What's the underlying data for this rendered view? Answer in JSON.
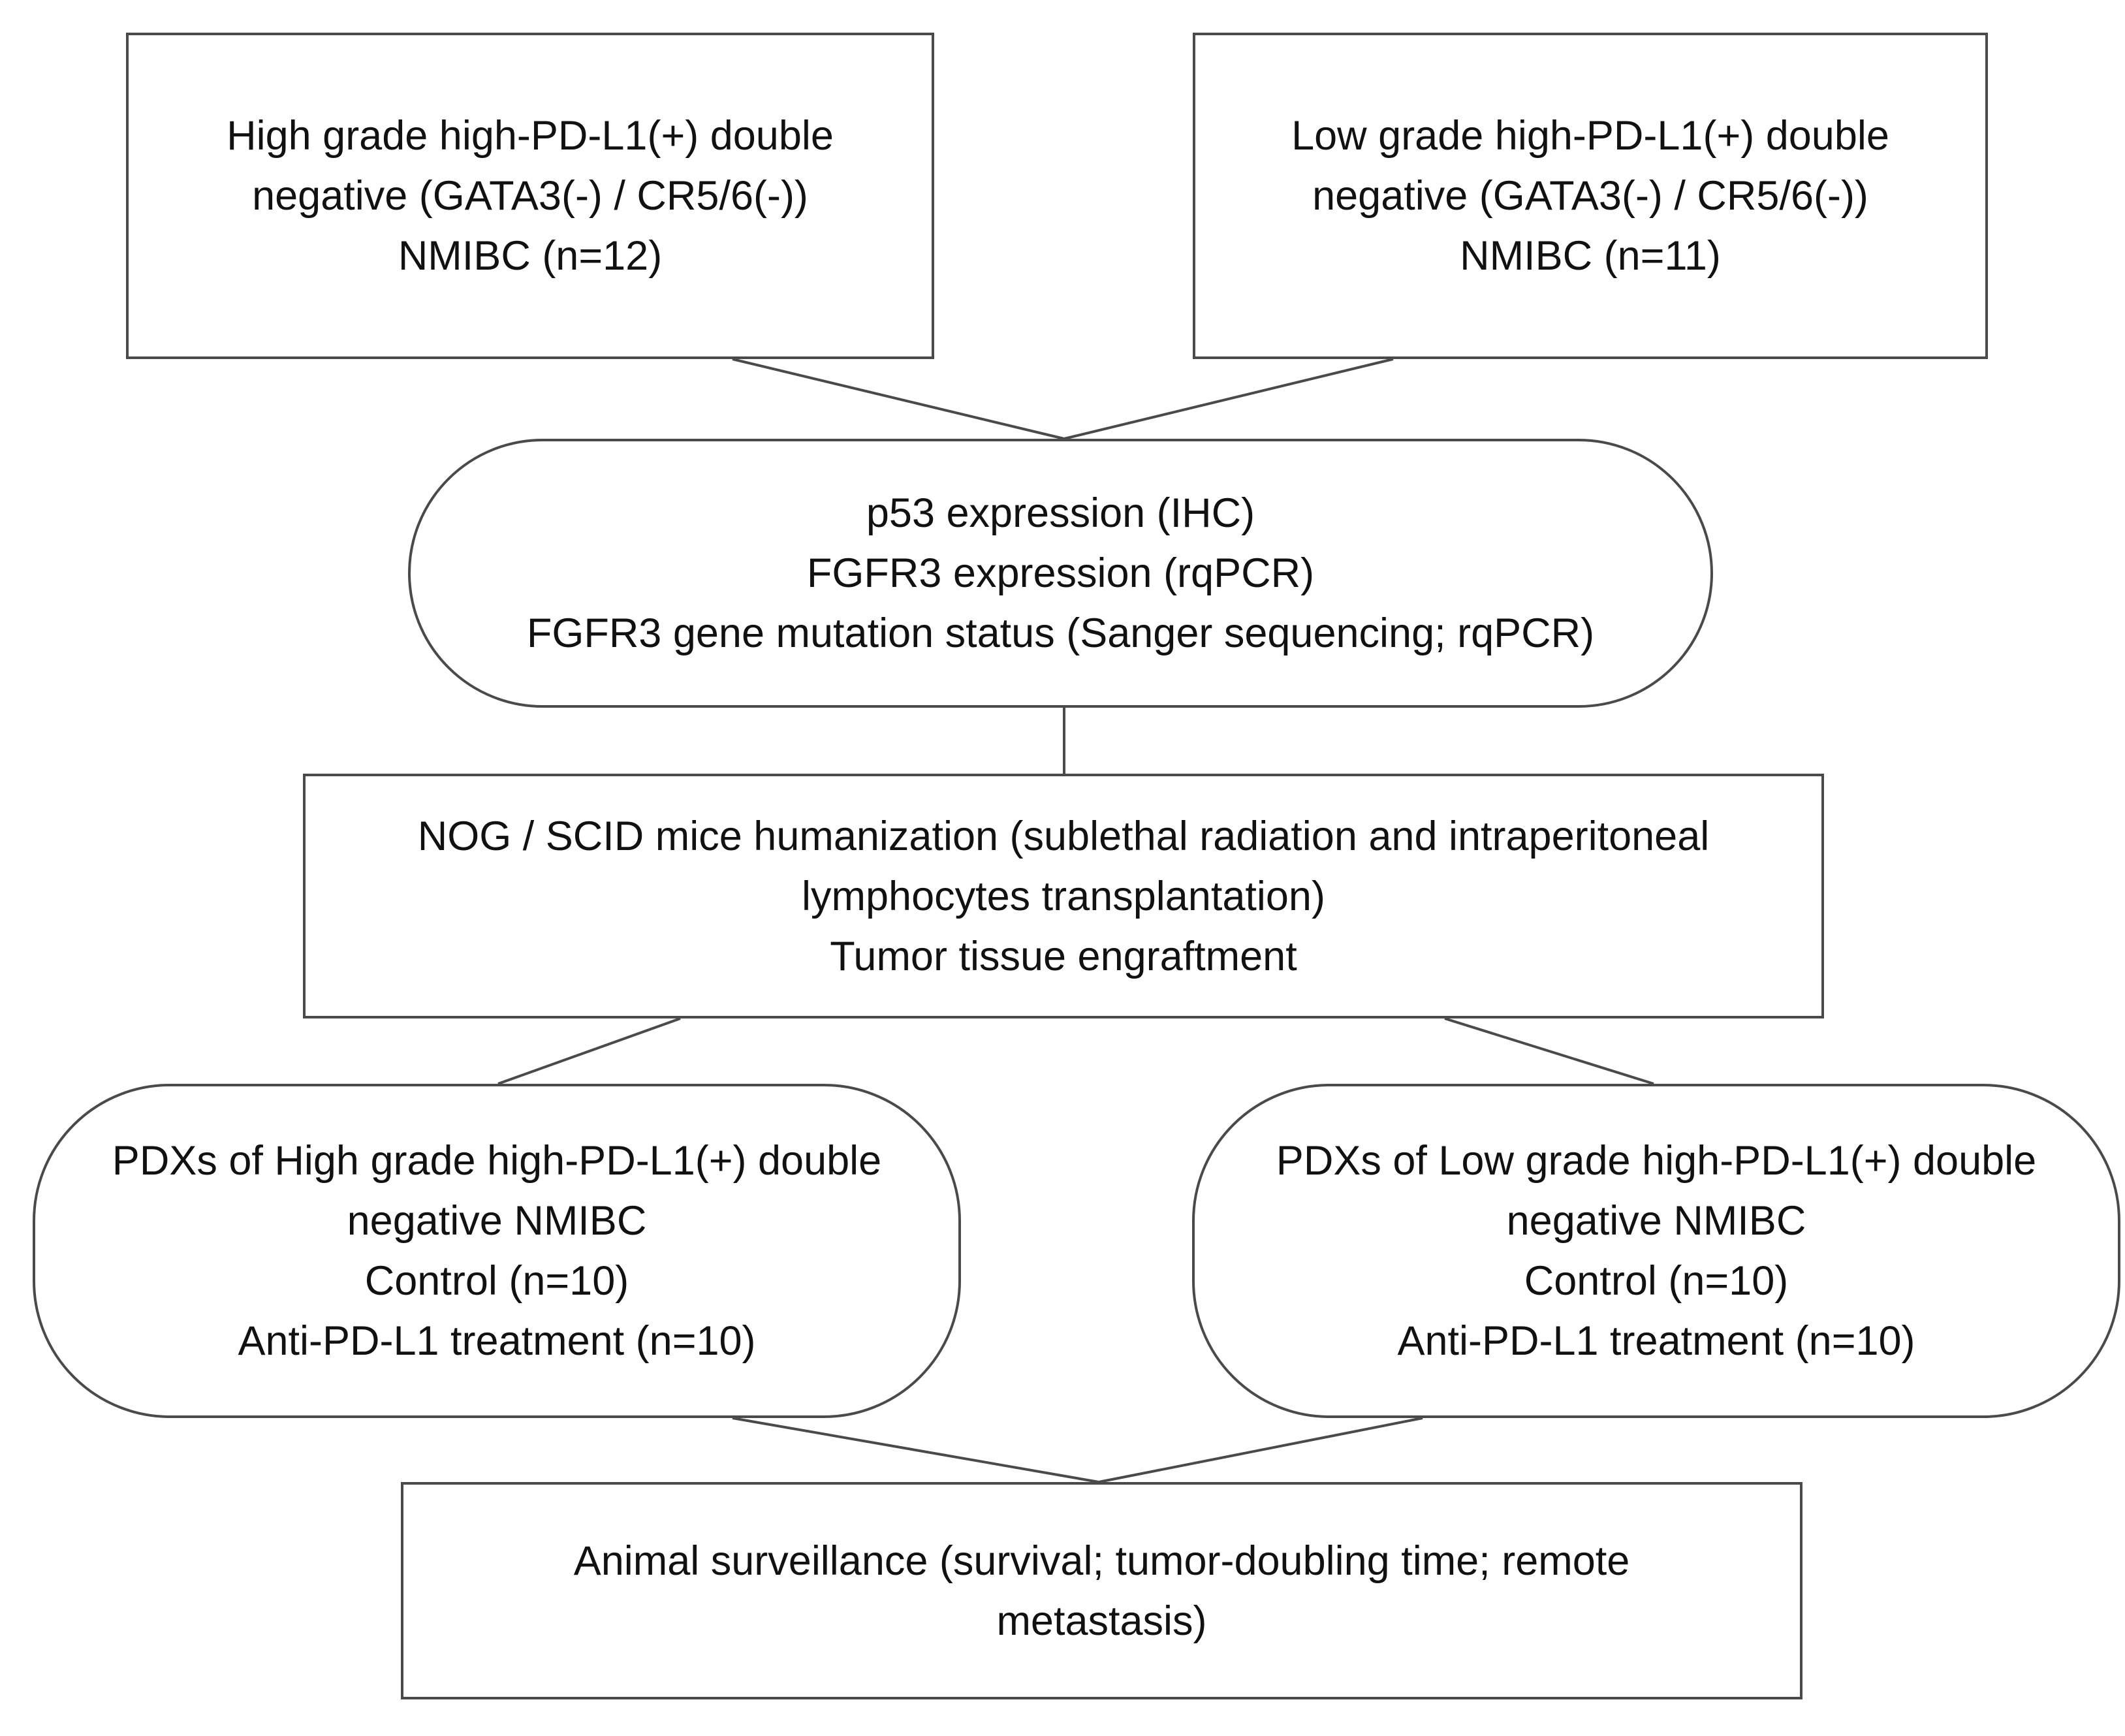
{
  "diagram": {
    "nodes": {
      "high_grade": {
        "lines": [
          "High grade high-PD-L1(+) double",
          "negative (GATA3(-) / CR5/6(-))",
          "NMIBC (n=12)"
        ]
      },
      "low_grade": {
        "lines": [
          "Low grade high-PD-L1(+) double",
          "negative (GATA3(-) / CR5/6(-))",
          "NMIBC (n=11)"
        ]
      },
      "p53_fgfr3": {
        "lines": [
          "p53 expression (IHC)",
          "FGFR3 expression (rqPCR)",
          "FGFR3 gene mutation status (Sanger sequencing; rqPCR)"
        ]
      },
      "humanization": {
        "lines": [
          "NOG / SCID mice humanization (sublethal radiation and intraperitoneal",
          "lymphocytes transplantation)",
          "Tumor tissue engraftment"
        ]
      },
      "pdx_high_grade": {
        "lines": [
          "PDXs of High grade high-PD-L1(+) double",
          "negative NMIBC",
          "Control (n=10)",
          "Anti-PD-L1 treatment (n=10)"
        ]
      },
      "pdx_low_grade": {
        "lines": [
          "PDXs of Low grade high-PD-L1(+) double",
          "negative NMIBC",
          "Control (n=10)",
          "Anti-PD-L1 treatment (n=10)"
        ]
      },
      "surveillance": {
        "lines": [
          "Animal surveillance (survival; tumor-doubling time; remote",
          "metastasis)"
        ]
      }
    },
    "edges": [
      {
        "from": "high_grade",
        "to": "p53_fgfr3"
      },
      {
        "from": "low_grade",
        "to": "p53_fgfr3"
      },
      {
        "from": "p53_fgfr3",
        "to": "humanization"
      },
      {
        "from": "humanization",
        "to": "pdx_high_grade"
      },
      {
        "from": "humanization",
        "to": "pdx_low_grade"
      },
      {
        "from": "pdx_high_grade",
        "to": "surveillance"
      },
      {
        "from": "pdx_low_grade",
        "to": "surveillance"
      }
    ],
    "colors": {
      "stroke": "#4a4a4a",
      "text": "#111111",
      "background": "#ffffff"
    }
  }
}
